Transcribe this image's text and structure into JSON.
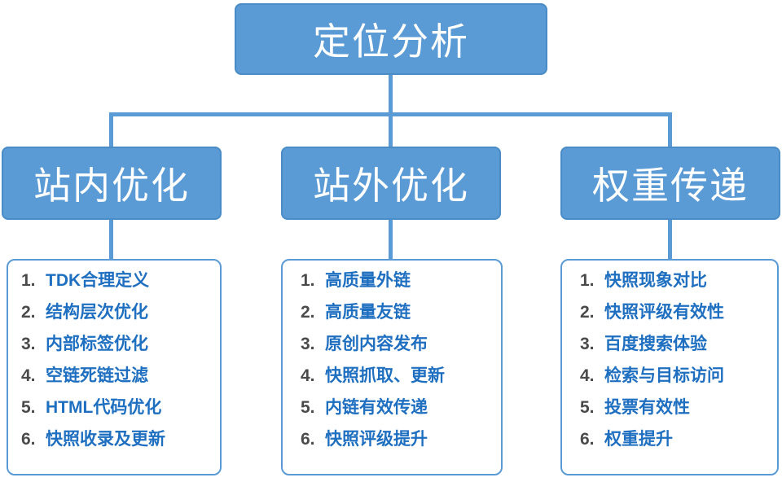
{
  "diagram": {
    "type": "tree",
    "root": {
      "label": "定位分析"
    },
    "branches": [
      {
        "label": "站内优化",
        "items": [
          {
            "num": "1.",
            "text": "TDK合理定义"
          },
          {
            "num": "2.",
            "text": "结构层次优化"
          },
          {
            "num": "3.",
            "text": "内部标签优化"
          },
          {
            "num": "4.",
            "text": "空链死链过滤"
          },
          {
            "num": "5.",
            "text": "HTML代码优化"
          },
          {
            "num": "6.",
            "text": "快照收录及更新"
          }
        ]
      },
      {
        "label": "站外优化",
        "items": [
          {
            "num": "1.",
            "text": "高质量外链"
          },
          {
            "num": "2.",
            "text": "高质量友链"
          },
          {
            "num": "3.",
            "text": "原创内容发布"
          },
          {
            "num": "4.",
            "text": "快照抓取、更新"
          },
          {
            "num": "5.",
            "text": "内链有效传递"
          },
          {
            "num": "6.",
            "text": "快照评级提升"
          }
        ]
      },
      {
        "label": "权重传递",
        "items": [
          {
            "num": "1.",
            "text": "快照现象对比"
          },
          {
            "num": "2.",
            "text": "快照评级有效性"
          },
          {
            "num": "3.",
            "text": "百度搜索体验"
          },
          {
            "num": "4.",
            "text": "检索与目标访问"
          },
          {
            "num": "5.",
            "text": "投票有效性"
          },
          {
            "num": "6.",
            "text": "权重提升"
          }
        ]
      }
    ],
    "colors": {
      "node_fill": "#5b9bd5",
      "node_text": "#ffffff",
      "line": "#5b9bd5",
      "list_border": "#5b9bd5",
      "list_text": "#1f6fc0",
      "list_number": "#4a4a4a",
      "background": "#ffffff"
    }
  }
}
